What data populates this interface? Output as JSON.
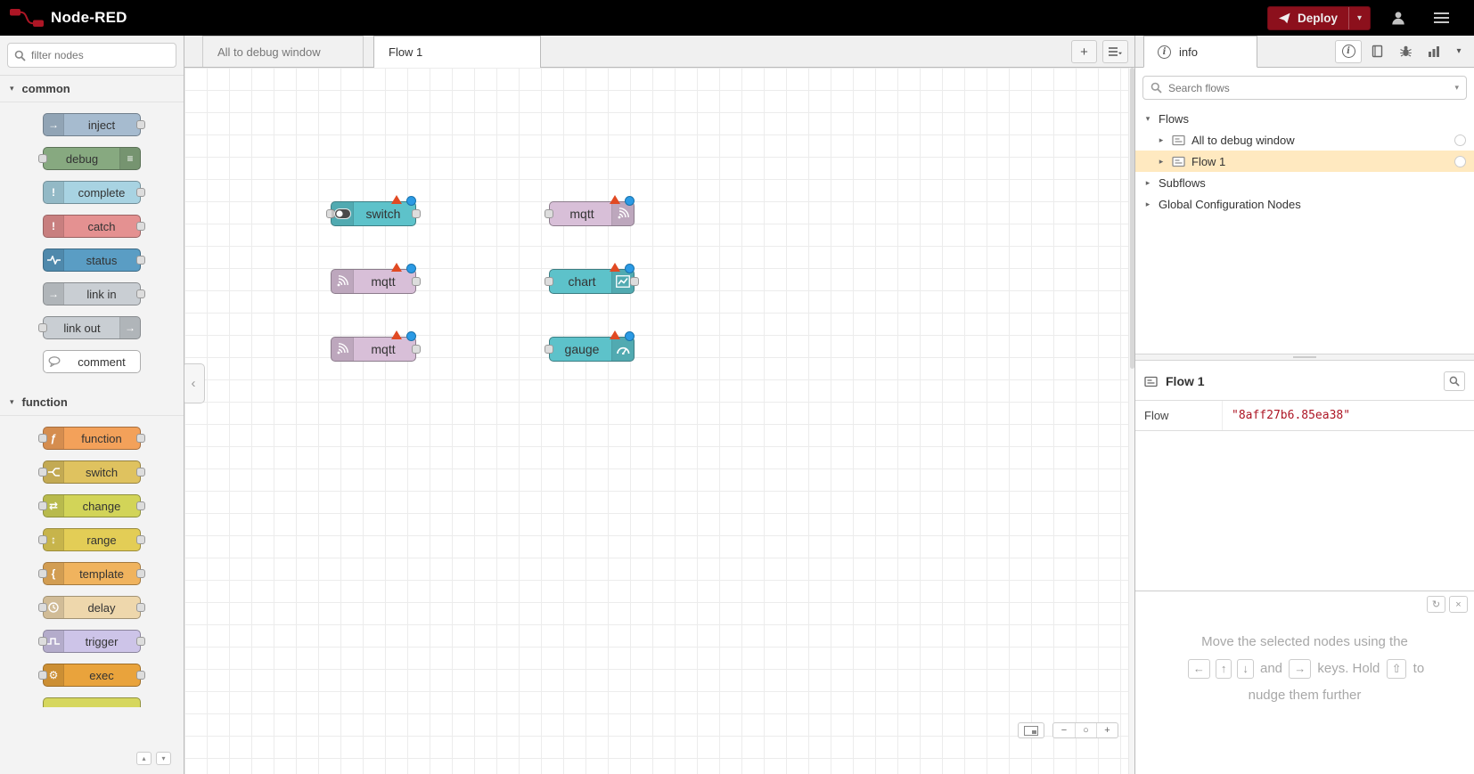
{
  "colors": {
    "deploy_red": "#8C101C",
    "accent_red": "#ad1625",
    "tree_selection": "#ffe9c0",
    "badge_error": "#e14a23",
    "badge_changed": "#2b9ae4"
  },
  "icons": {
    "inject": "→",
    "debug": "≡",
    "complete": "!",
    "catch": "!",
    "link_in": "→",
    "link_out": "→",
    "function": "ƒ",
    "change": "⇄",
    "range": "↕",
    "template": "{",
    "exec": "⚙",
    "caret_down": "▾",
    "chevron_right": "▸",
    "chevron_down": "▾",
    "collapse_left": "‹",
    "plus": "+",
    "refresh": "↻",
    "close": "×",
    "up": "▴",
    "down": "▾"
  },
  "header": {
    "app_title": "Node-RED",
    "deploy_label": "Deploy"
  },
  "palette": {
    "filter_placeholder": "filter nodes",
    "partial_node_color": "#d6d75e",
    "categories": [
      {
        "label": "common",
        "nodes": [
          {
            "label": "inject",
            "color": "#a6bbcf"
          },
          {
            "label": "debug",
            "color": "#87a980"
          },
          {
            "label": "complete",
            "color": "#a8d3e2"
          },
          {
            "label": "catch",
            "color": "#e49191"
          },
          {
            "label": "status",
            "color": "#5a9dc4"
          },
          {
            "label": "link in",
            "color": "#c9ced3"
          },
          {
            "label": "link out",
            "color": "#c9ced3"
          },
          {
            "label": "comment",
            "color": "#ffffff"
          }
        ]
      },
      {
        "label": "function",
        "nodes": [
          {
            "label": "function",
            "color": "#f3a15a"
          },
          {
            "label": "switch",
            "color": "#dfc25f"
          },
          {
            "label": "change",
            "color": "#d2d458"
          },
          {
            "label": "range",
            "color": "#e3cd56"
          },
          {
            "label": "template",
            "color": "#f0b35e"
          },
          {
            "label": "delay",
            "color": "#eed7ac"
          },
          {
            "label": "trigger",
            "color": "#cdc4e8"
          },
          {
            "label": "exec",
            "color": "#e9a33c"
          }
        ]
      }
    ]
  },
  "tabs": {
    "items": [
      {
        "label": "All to debug window"
      },
      {
        "label": "Flow 1"
      }
    ]
  },
  "canvas": {
    "nodes": [
      {
        "label": "switch",
        "color": "#5dc2ca"
      },
      {
        "label": "mqtt",
        "color": "#d8bfd8"
      },
      {
        "label": "mqtt",
        "color": "#d8bfd8"
      },
      {
        "label": "chart",
        "color": "#5dc2ca"
      },
      {
        "label": "mqtt",
        "color": "#d8bfd8"
      },
      {
        "label": "gauge",
        "color": "#5dc2ca"
      }
    ],
    "zoom": {
      "out": "−",
      "reset": "○",
      "in": "+"
    }
  },
  "sidebar": {
    "info_tab_label": "info",
    "search_placeholder": "Search flows",
    "tree": {
      "root_label": "Flows",
      "flows": [
        {
          "label": "All to debug window"
        },
        {
          "label": "Flow 1"
        }
      ],
      "subflows_label": "Subflows",
      "global_label": "Global Configuration Nodes"
    },
    "detail": {
      "title": "Flow 1",
      "prop_label": "Flow",
      "prop_value": "\"8aff27b6.85ea38\""
    },
    "tips": {
      "prefix": "Move the selected nodes using the",
      "key_left": "←",
      "key_up": "↑",
      "key_down": "↓",
      "and_text": "and",
      "key_right": "→",
      "mid_text": "keys. Hold",
      "key_shift": "⇧",
      "to_text": "to",
      "suffix": "nudge them further"
    }
  }
}
